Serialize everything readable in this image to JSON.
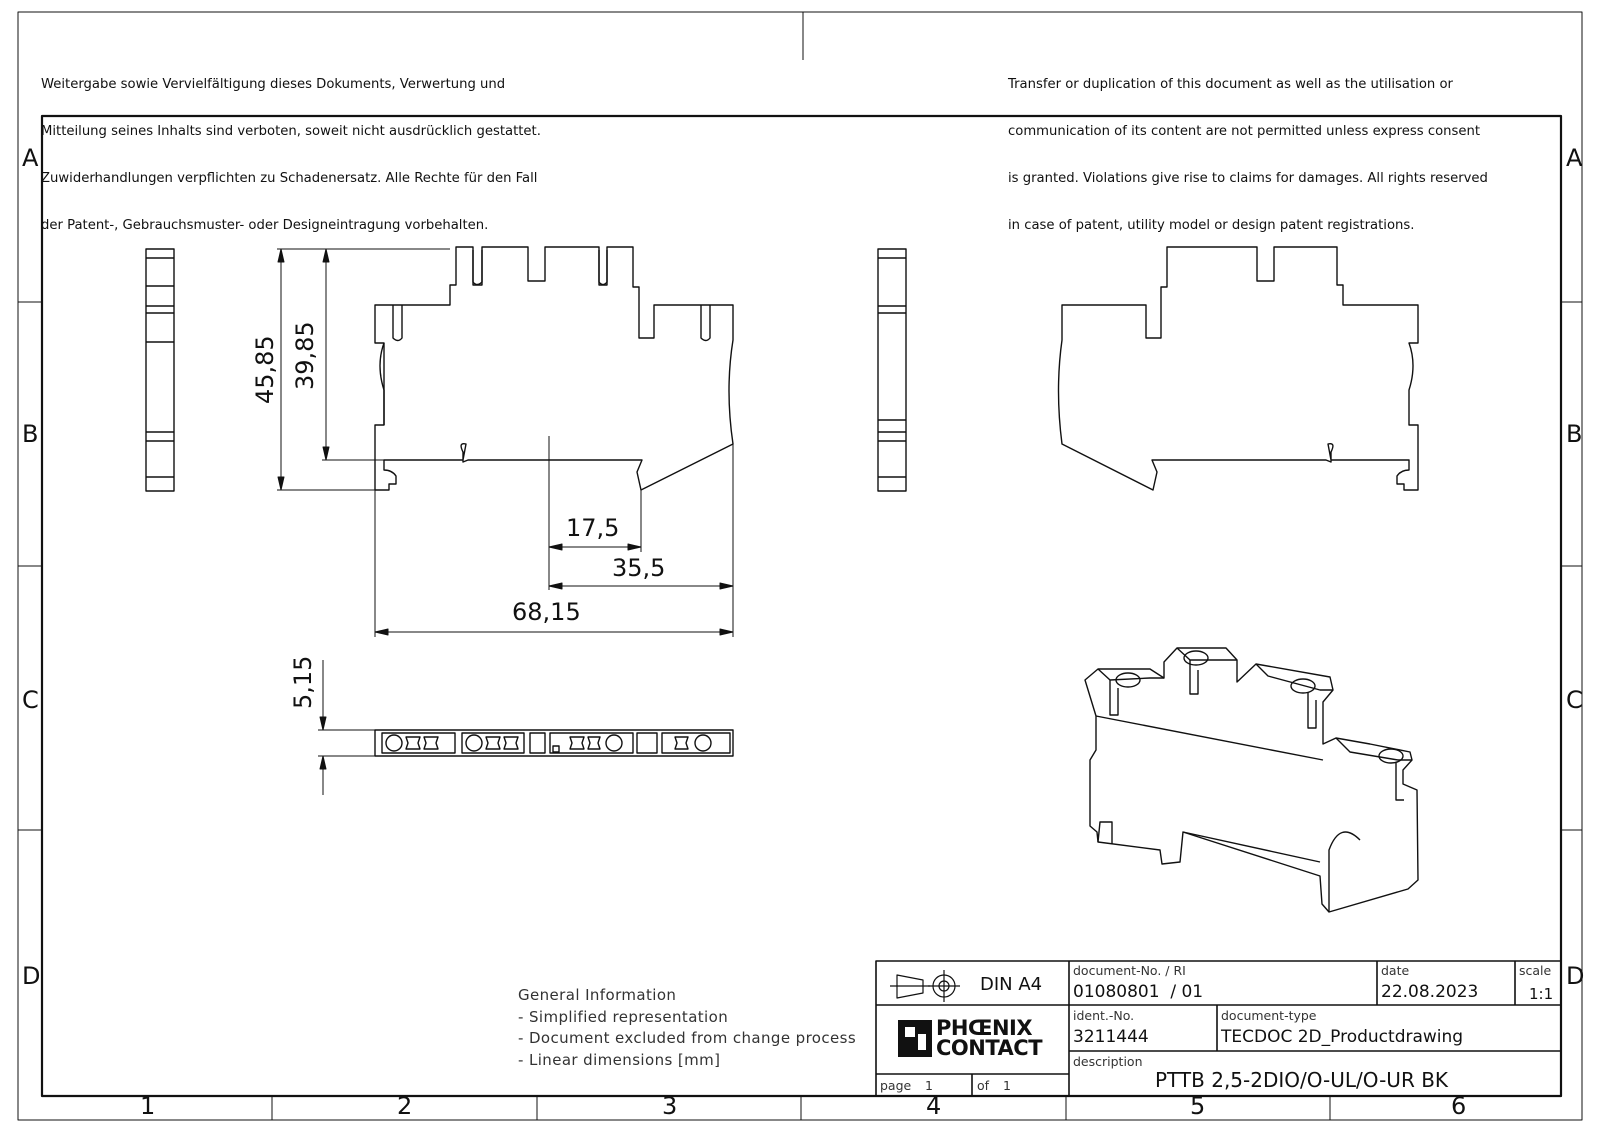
{
  "notice": {
    "german": [
      "Weitergabe sowie Vervielfältigung dieses Dokuments, Verwertung und",
      "Mitteilung seines Inhalts sind verboten, soweit nicht ausdrücklich gestattet.",
      "Zuwiderhandlungen verpflichten zu Schadenersatz. Alle Rechte für den Fall",
      "der Patent-, Gebrauchsmuster- oder Designeintragung vorbehalten."
    ],
    "english": [
      "Transfer or duplication of this document as well as the utilisation or",
      "communication of its content are not permitted unless express consent",
      "is granted. Violations give rise to claims for damages. All rights reserved",
      "in case of patent, utility model or design patent registrations."
    ]
  },
  "frame": {
    "rows": [
      "A",
      "B",
      "C",
      "D"
    ],
    "columns": [
      "1",
      "2",
      "3",
      "4",
      "5",
      "6"
    ]
  },
  "dimensions": {
    "total_height": "45,85",
    "inner_height": "39,85",
    "offset_short": "17,5",
    "offset_long": "35,5",
    "total_width": "68,15",
    "thickness": "5,15"
  },
  "general_info": {
    "heading": "General Information",
    "items": [
      "- Simplified representation",
      "- Document excluded from change process",
      "- Linear dimensions [mm]"
    ]
  },
  "title_block": {
    "format": "DIN A4",
    "logo_line1": "PHŒNIX",
    "logo_line2": "CONTACT",
    "page_label": "page",
    "page_value": "1",
    "of_label": "of",
    "of_value": "1",
    "document_no_label": "document-No. / RI",
    "document_no": "01080801  / 01",
    "date_label": "date",
    "date": "22.08.2023",
    "scale_label": "scale",
    "scale": "1:1",
    "ident_label": "ident.-No.",
    "ident": "3211444",
    "doctype_label": "document-type",
    "doctype": "TECDOC 2D_Productdrawing",
    "description_label": "description",
    "description": "PTTB 2,5-2DIO/O-UL/O-UR BK"
  },
  "colors": {
    "ink": "#111111",
    "paper": "#ffffff",
    "muted": "#333333"
  }
}
